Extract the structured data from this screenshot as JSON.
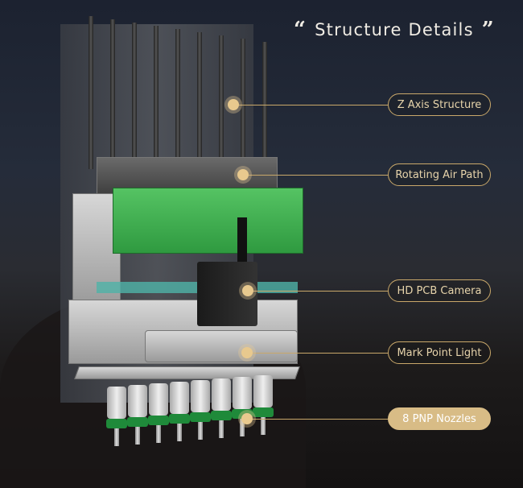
{
  "title": {
    "open_quote": "“",
    "text": "Structure Details",
    "close_quote": "”"
  },
  "callouts": [
    {
      "label": "Z Axis Structure",
      "highlighted": false
    },
    {
      "label": "Rotating Air Path",
      "highlighted": false
    },
    {
      "label": "HD PCB Camera",
      "highlighted": false
    },
    {
      "label": "Mark Point Light",
      "highlighted": false
    },
    {
      "label": "8 PNP Nozzles",
      "highlighted": true
    }
  ],
  "colors": {
    "accent": "#c9a86a",
    "pcb": "#3fae4f",
    "nozzle_ring": "#1f8a3a"
  }
}
